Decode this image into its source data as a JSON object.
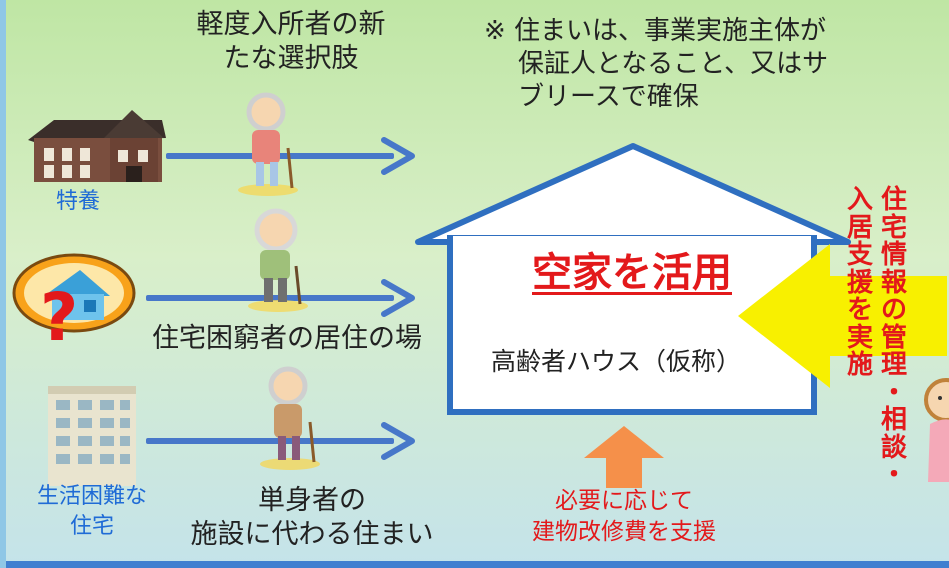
{
  "top_label": {
    "line1": "軽度入所者の新",
    "line2": "たな選択肢"
  },
  "note": {
    "line1": "※ 住まいは、事業実施主体が",
    "line2": "保証人となること、又はサ",
    "line3": "ブリースで確保"
  },
  "left_items": [
    {
      "label": "特養",
      "icon": "nursing-home-building-icon"
    },
    {
      "label": "住宅困窮者の居住の場",
      "icon": "house-question-icon"
    },
    {
      "label_line1": "生活困難な",
      "label_line2": "住宅",
      "icon": "apartment-building-icon"
    }
  ],
  "bottom_label": {
    "line1": "単身者の",
    "line2": "施設に代わる住まい"
  },
  "house": {
    "title": "空家を活用",
    "subtitle": "高齢者ハウス（仮称）"
  },
  "support_label": {
    "line1": "必要に応じて",
    "line2": "建物改修費を支援"
  },
  "right_text": {
    "column1": "住宅情報の管理・相談・",
    "column2": "入居支援を実施"
  },
  "colors": {
    "arrow_blue": "#4777c9",
    "house_outline": "#2f6fc0",
    "accent_red": "#e3191b",
    "label_blue": "#1f6bd6",
    "support_arrow": "#f5904a",
    "yellow_arrow": "#f8f000"
  }
}
